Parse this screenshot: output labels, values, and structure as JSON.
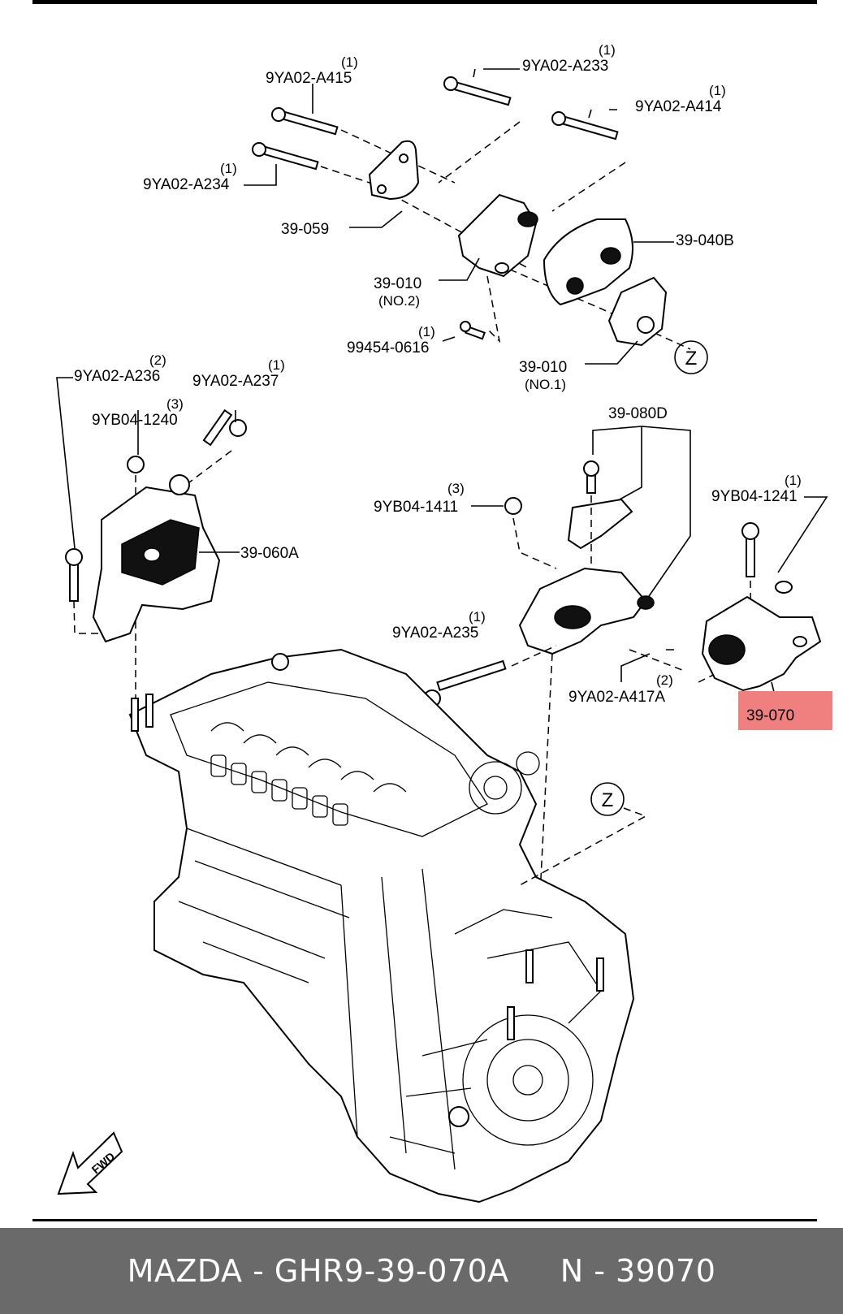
{
  "diagram": {
    "labels": {
      "a415": {
        "code": "9YA02-A415",
        "qty": "(1)"
      },
      "a233": {
        "code": "9YA02-A233",
        "qty": "(1)"
      },
      "a414": {
        "code": "9YA02-A414",
        "qty": "(1)"
      },
      "a234": {
        "code": "9YA02-A234",
        "qty": "(1)"
      },
      "p059": {
        "code": "39-059"
      },
      "p040b": {
        "code": "39-040B"
      },
      "p010_no2": {
        "code": "39-010",
        "sub": "(NO.2)"
      },
      "b0616": {
        "code": "99454-0616",
        "qty": "(1)"
      },
      "p010_no1": {
        "code": "39-010",
        "sub": "(NO.1)"
      },
      "a236": {
        "code": "9YA02-A236",
        "qty": "(2)"
      },
      "a237": {
        "code": "9YA02-A237",
        "qty": "(1)"
      },
      "n1240": {
        "code": "9YB04-1240",
        "qty": "(3)"
      },
      "p060a": {
        "code": "39-060A"
      },
      "p080d": {
        "code": "39-080D"
      },
      "n1411": {
        "code": "9YB04-1411",
        "qty": "(3)"
      },
      "n1241": {
        "code": "9YB04-1241",
        "qty": "(1)"
      },
      "a235": {
        "code": "9YA02-A235",
        "qty": "(1)"
      },
      "a417a": {
        "code": "9YA02-A417A",
        "qty": "(2)"
      },
      "p070": {
        "code": "39-070"
      }
    },
    "ref_marks": {
      "z1": "Z",
      "z2": "Z"
    },
    "direction_arrow": "FWD",
    "highlight_color": "#f08080"
  },
  "footer": {
    "brand_part": "MAZDA - GHR9-39-070A",
    "number": "N - 39070",
    "background": "#6a6a6a"
  }
}
